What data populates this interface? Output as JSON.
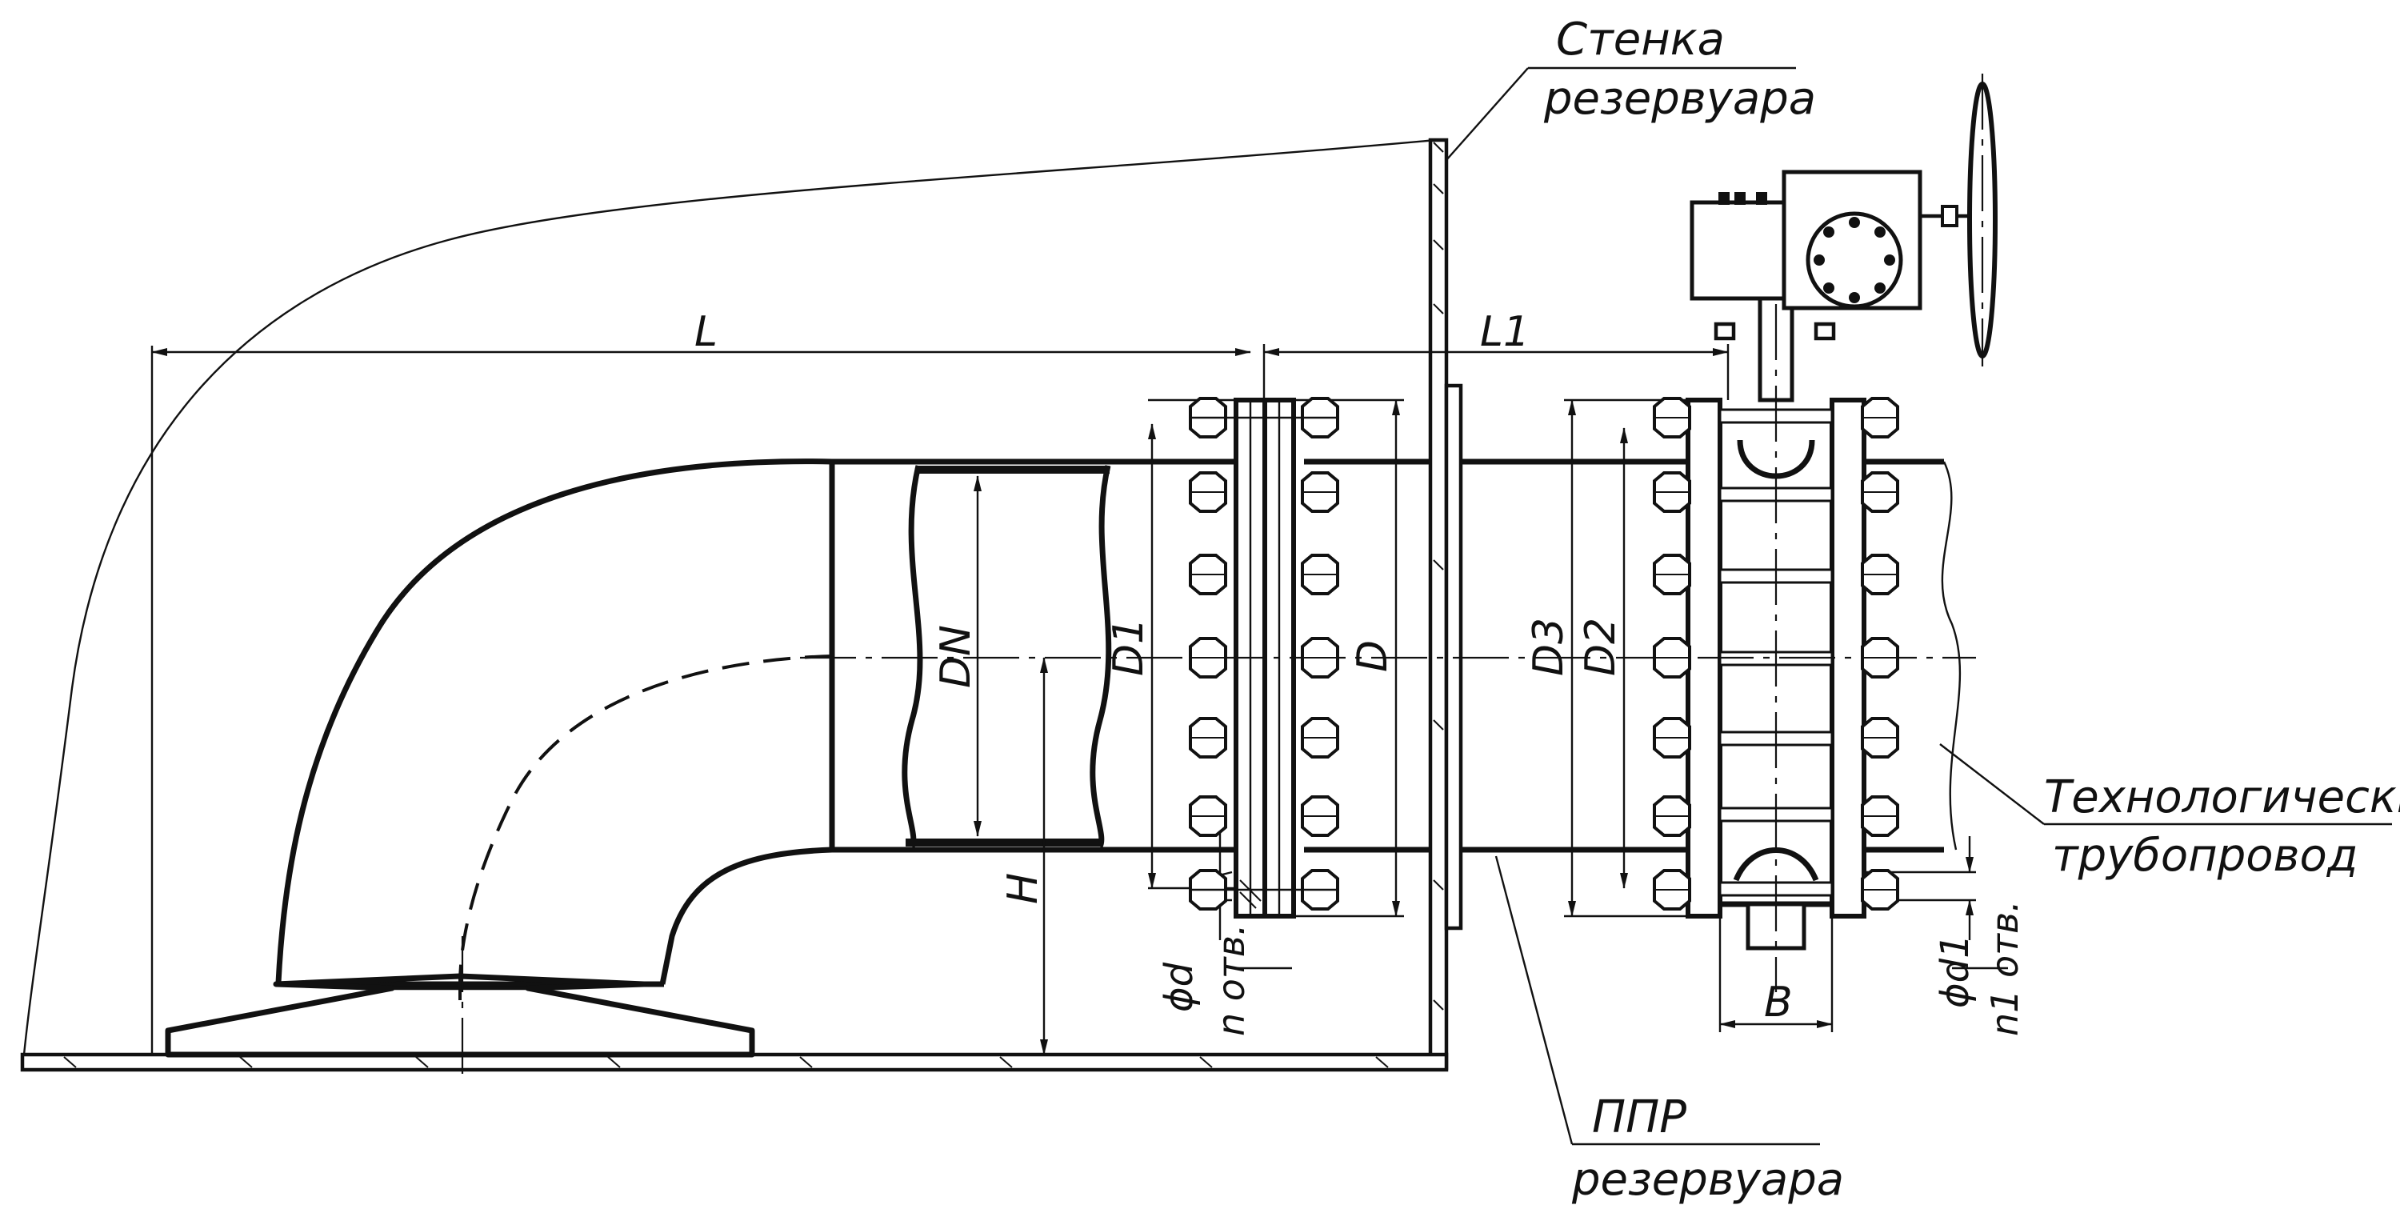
{
  "labels": {
    "tank_wall_line1": "Стенка",
    "tank_wall_line2": "резервуара",
    "ppr_line1": "ППР",
    "ppr_line2": "резервуара",
    "pipeline_line1": "Технологический",
    "pipeline_line2": "трубопровод"
  },
  "dimensions": {
    "L": "L",
    "L1": "L1",
    "DN": "DN",
    "D1": "D1",
    "D": "D",
    "D3": "D3",
    "D2": "D2",
    "H": "H",
    "B": "B",
    "phi_d": "ϕd",
    "n_holes": "n отв.",
    "phi_d1": "ϕd1",
    "n1_holes": "n1 отв."
  }
}
